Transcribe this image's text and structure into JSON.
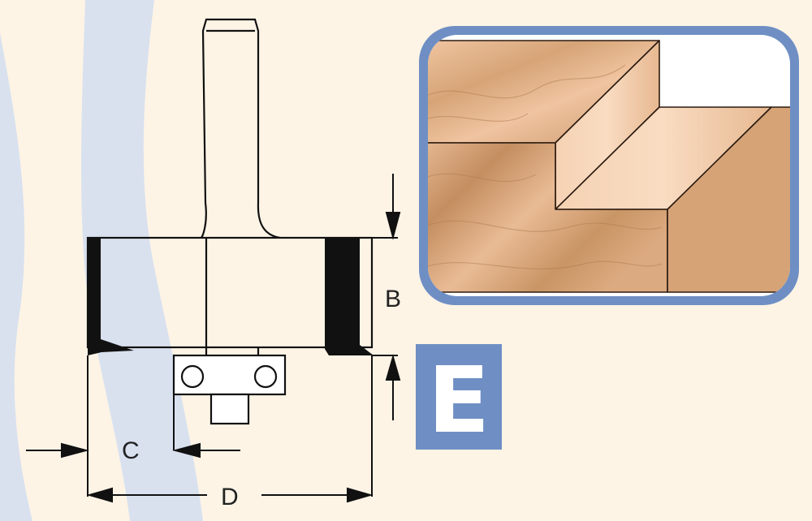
{
  "diagram": {
    "dimensions": {
      "b": "B",
      "c": "C",
      "d": "D"
    },
    "badge": {
      "letter": "E"
    }
  },
  "colors": {
    "background": "#fdf4e6",
    "band": "#d9e1ef",
    "frame": "#6f8fc4",
    "badge": "#6f8fc4",
    "wood_light": "#f1c6a4",
    "wood_dark": "#c79363",
    "ink": "#111111"
  },
  "icons": {
    "tool": "straight-rebate-router-bit-with-bearing",
    "profile": "stepped-rebate-wood-profile"
  }
}
